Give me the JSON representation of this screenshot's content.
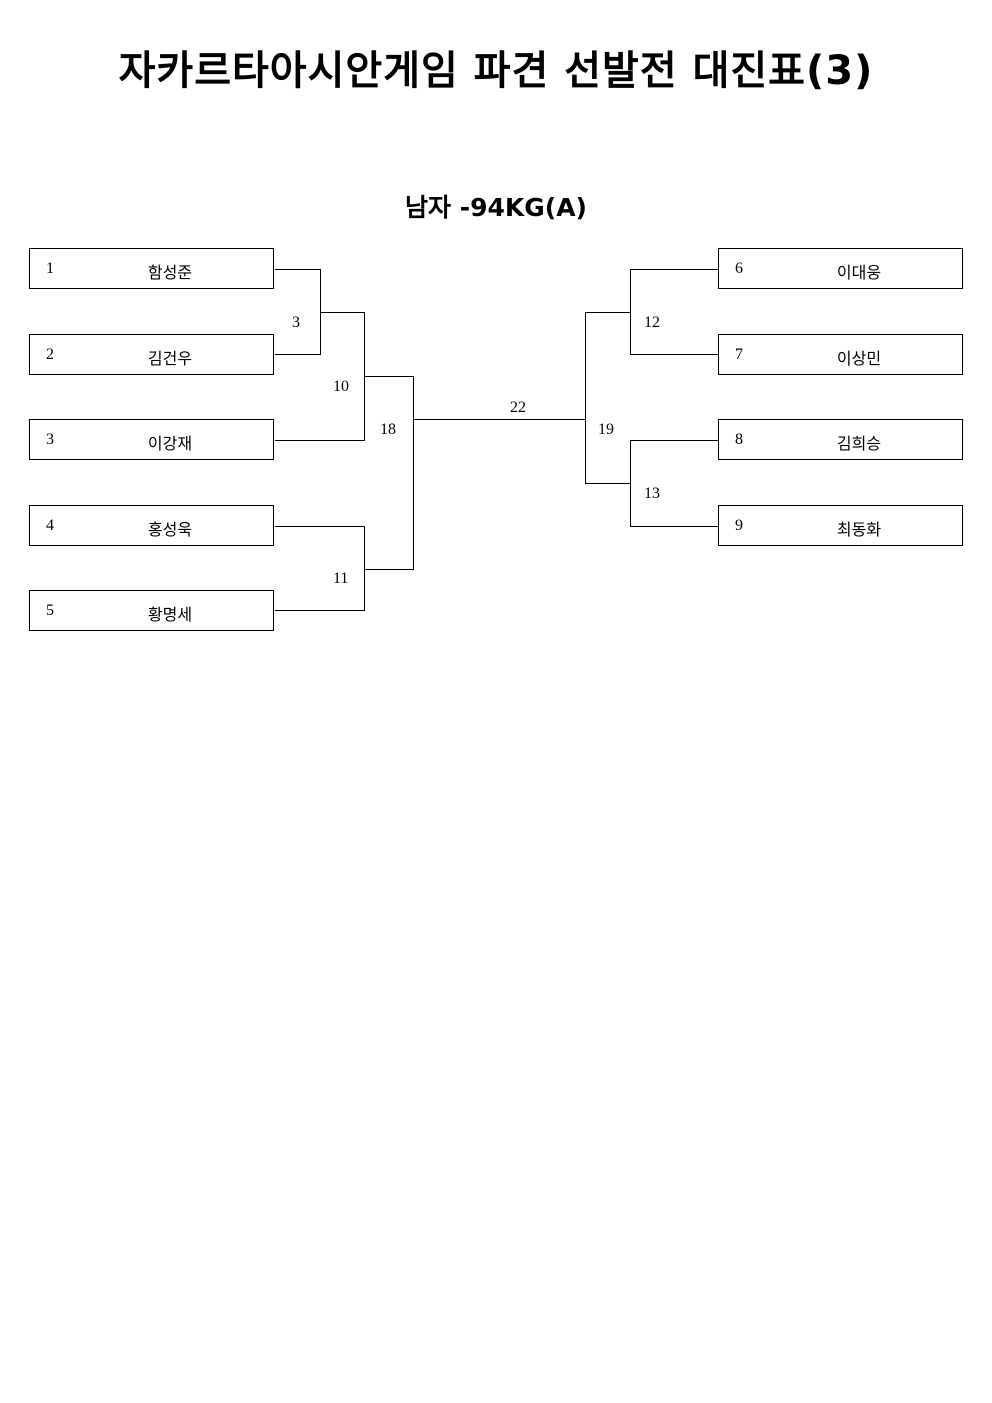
{
  "title": "자카르타아시안게임 파견 선발전 대진표(3)",
  "subtitle": "남자 -94KG(A)",
  "left_entries": [
    {
      "seed": "1",
      "name": "함성준"
    },
    {
      "seed": "2",
      "name": "김건우"
    },
    {
      "seed": "3",
      "name": "이강재"
    },
    {
      "seed": "4",
      "name": "홍성욱"
    },
    {
      "seed": "5",
      "name": "황명세"
    }
  ],
  "right_entries": [
    {
      "seed": "6",
      "name": "이대웅"
    },
    {
      "seed": "7",
      "name": "이상민"
    },
    {
      "seed": "8",
      "name": "김희승"
    },
    {
      "seed": "9",
      "name": "최동화"
    }
  ],
  "matches": {
    "m3": "3",
    "m10": "10",
    "m11": "11",
    "m18": "18",
    "m22": "22",
    "m19": "19",
    "m12": "12",
    "m13": "13"
  }
}
